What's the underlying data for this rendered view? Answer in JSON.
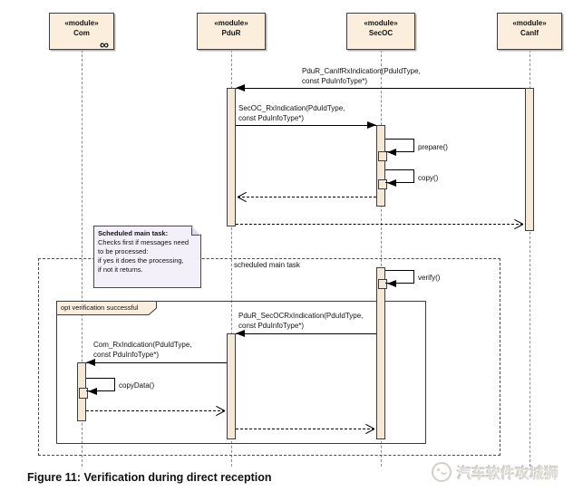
{
  "colors": {
    "box_fill": "#fbeedc",
    "activation_fill": "#f3e9d6",
    "note_fill": "#f3f0f9"
  },
  "lifelines": [
    {
      "stereotype": "«module»",
      "name": "Com",
      "adornment": "∞"
    },
    {
      "stereotype": "«module»",
      "name": "PduR"
    },
    {
      "stereotype": "«module»",
      "name": "SecOC"
    },
    {
      "stereotype": "«module»",
      "name": "CanIf"
    }
  ],
  "messages": {
    "pdur_canif_rx_1": "PduR_CanIfRxIndication(PduIdType,",
    "pdur_canif_rx_2": "const PduInfoType*)",
    "secoc_rx_1": "SecOC_RxIndication(PduIdType,",
    "secoc_rx_2": "const PduInfoType*)",
    "prepare": "prepare()",
    "copy": "copy()",
    "scheduled_main_task": "scheduled main task",
    "verify": "verify()",
    "pdur_secoc_rx_1": "PduR_SecOCRxIndication(PduIdType,",
    "pdur_secoc_rx_2": "const PduInfoType*)",
    "com_rx_1": "Com_RxIndication(PduIdType,",
    "com_rx_2": "const PduInfoType*)",
    "copydata": "copyData()"
  },
  "note": {
    "title": "Scheduled main task:",
    "line1": "Checks first if  messages need",
    "line2": "to be processed:",
    "line3": "if yes it does the processing,",
    "line4": "if not it returns."
  },
  "fragment": {
    "label": "opt verification successful"
  },
  "caption": "Figure 11: Verification during direct reception",
  "watermark": "汽车软件攻城狮"
}
